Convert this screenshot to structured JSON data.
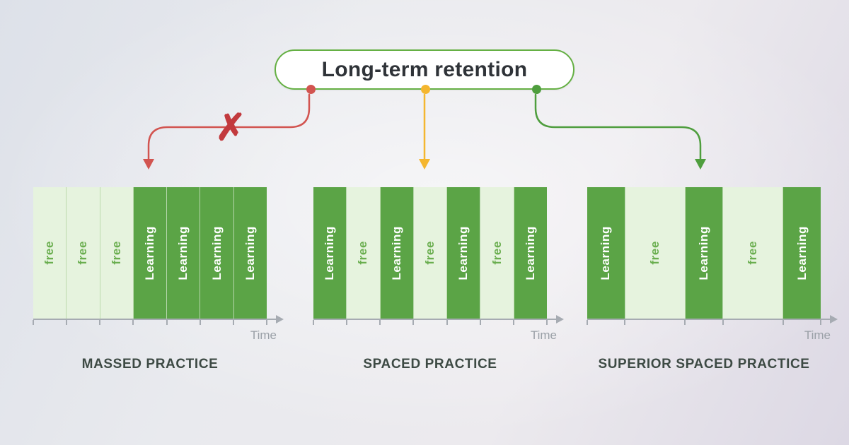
{
  "title": {
    "label": "Long-term retention"
  },
  "x_mark": "✗",
  "colors": {
    "green": "#5ba446",
    "green_light": "#e6f3de",
    "free_text": "#6aae4f",
    "pill_border": "#65b044",
    "red": "#d25450",
    "amber": "#f4b62f",
    "arrow_green": "#4f9e3e",
    "axis": "#a6abb2",
    "title_text": "#2f3338",
    "caption": "#3d4a44",
    "time": "#9aa0a7",
    "x_color": "#c23a3e"
  },
  "charts": [
    {
      "caption": "MASSED PRACTICE",
      "axis_label": "Time",
      "segments": [
        {
          "type": "free",
          "label": "free",
          "weight": 1
        },
        {
          "type": "free",
          "label": "free",
          "weight": 1
        },
        {
          "type": "free",
          "label": "free",
          "weight": 1
        },
        {
          "type": "learning",
          "label": "Learning",
          "weight": 1
        },
        {
          "type": "learning",
          "label": "Learning",
          "weight": 1
        },
        {
          "type": "learning",
          "label": "Learning",
          "weight": 1
        },
        {
          "type": "learning",
          "label": "Learning",
          "weight": 1
        }
      ]
    },
    {
      "caption": "SPACED PRACTICE",
      "axis_label": "Time",
      "segments": [
        {
          "type": "learning",
          "label": "Learning",
          "weight": 1
        },
        {
          "type": "free",
          "label": "free",
          "weight": 1
        },
        {
          "type": "learning",
          "label": "Learning",
          "weight": 1
        },
        {
          "type": "free",
          "label": "free",
          "weight": 1
        },
        {
          "type": "learning",
          "label": "Learning",
          "weight": 1
        },
        {
          "type": "free",
          "label": "free",
          "weight": 1
        },
        {
          "type": "learning",
          "label": "Learning",
          "weight": 1
        }
      ]
    },
    {
      "caption": "SUPERIOR SPACED PRACTICE",
      "axis_label": "Time",
      "segments": [
        {
          "type": "learning",
          "label": "Learning",
          "weight": 1
        },
        {
          "type": "free",
          "label": "free",
          "weight": 1.6
        },
        {
          "type": "learning",
          "label": "Learning",
          "weight": 1
        },
        {
          "type": "free",
          "label": "free",
          "weight": 1.6
        },
        {
          "type": "learning",
          "label": "Learning",
          "weight": 1
        }
      ]
    }
  ]
}
